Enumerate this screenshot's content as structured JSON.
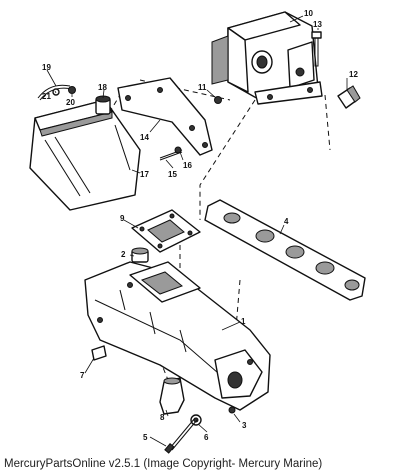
{
  "caption": "MercuryPartsOnline v2.5.1 (Image Copyright- Mercury Marine)",
  "callouts": [
    "1",
    "2",
    "3",
    "4",
    "5",
    "6",
    "7",
    "8",
    "9",
    "10",
    "11",
    "12",
    "13",
    "14",
    "15",
    "16",
    "17",
    "18",
    "19",
    "20",
    "21"
  ]
}
